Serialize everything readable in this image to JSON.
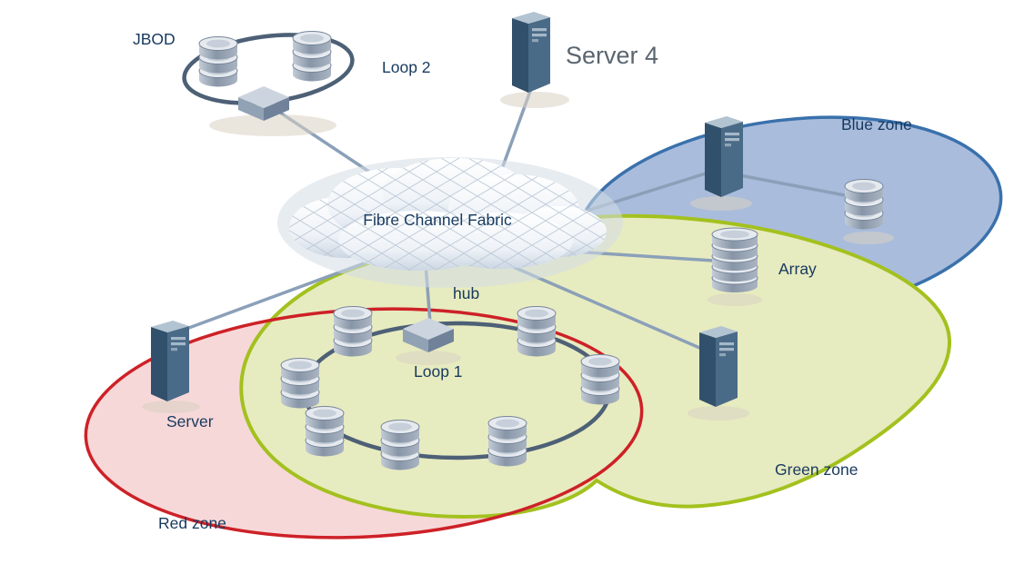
{
  "diagram": {
    "type": "san-fabric-zoning-diagram",
    "fabric_label": "Fibre Channel Fabric",
    "labels": {
      "jbod": "JBOD",
      "loop2": "Loop 2",
      "server4": "Server 4",
      "blue_zone": "Blue zone",
      "array": "Array",
      "hub": "hub",
      "loop1": "Loop 1",
      "server": "Server",
      "green_zone": "Green zone",
      "red_zone": "Red zone"
    },
    "zones": [
      {
        "name": "Red zone",
        "fill": "#f7d8d8",
        "stroke": "#cd2127"
      },
      {
        "name": "Green zone",
        "fill": "#e7ebc0",
        "stroke": "#a3c11e"
      },
      {
        "name": "Blue zone",
        "fill": "#a9bcdc",
        "stroke": "#3a71ac"
      }
    ],
    "colors": {
      "red_zone_fill": "#f7d8d8",
      "red_zone_stroke": "#cd2127",
      "green_zone_fill": "#e7ebc0",
      "green_zone_stroke": "#a3c11e",
      "blue_zone_fill": "#a9bcdc",
      "blue_zone_stroke": "#3a71ac",
      "label_text": "#17395e",
      "server4_text": "#5a6570",
      "connection_line": "#8ba0b8",
      "loop_ring": "#4d6076"
    },
    "icons": {
      "cloud": "fabric-cloud-icon",
      "server": "server-tower-icon",
      "disk_stack": "disk-stack-icon",
      "array": "disk-array-icon",
      "hub": "hub-icon"
    }
  }
}
